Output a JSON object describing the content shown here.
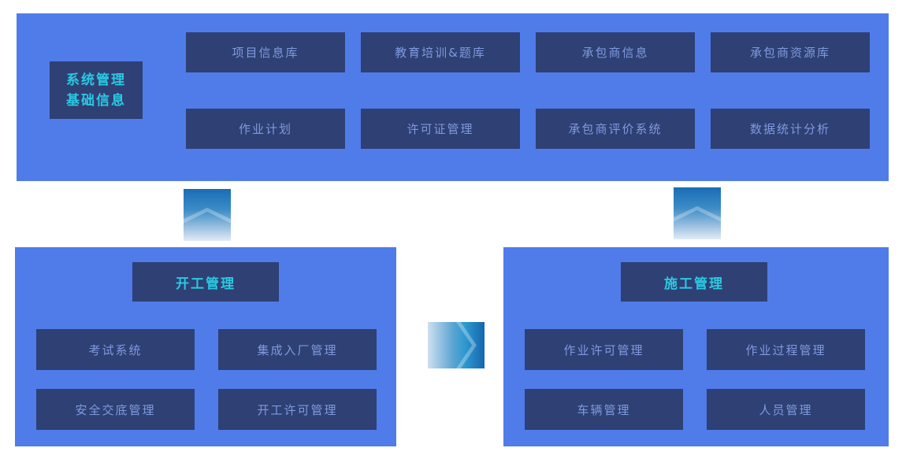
{
  "colors": {
    "section_bg": "#4f7ce9",
    "box_bg": "#2e4074",
    "box_text": "#809ade",
    "accent": "#2bc9e2",
    "page_bg": "#ffffff",
    "connector_dark": "#1a6db6",
    "connector_light": "#e2ebf6"
  },
  "top_section": {
    "label": {
      "line1": "系统管理",
      "line2": "基础信息"
    },
    "row1": [
      "项目信息库",
      "教育培训&题库",
      "承包商信息",
      "承包商资源库"
    ],
    "row2": [
      "作业计划",
      "许可证管理",
      "承包商评价系统",
      "数据统计分析"
    ]
  },
  "bottom_left": {
    "header": "开工管理",
    "items": [
      "考试系统",
      "集成入厂管理",
      "安全交底管理",
      "开工许可管理"
    ]
  },
  "bottom_right": {
    "header": "施工管理",
    "items": [
      "作业许可管理",
      "作业过程管理",
      "车辆管理",
      "人员管理"
    ]
  }
}
